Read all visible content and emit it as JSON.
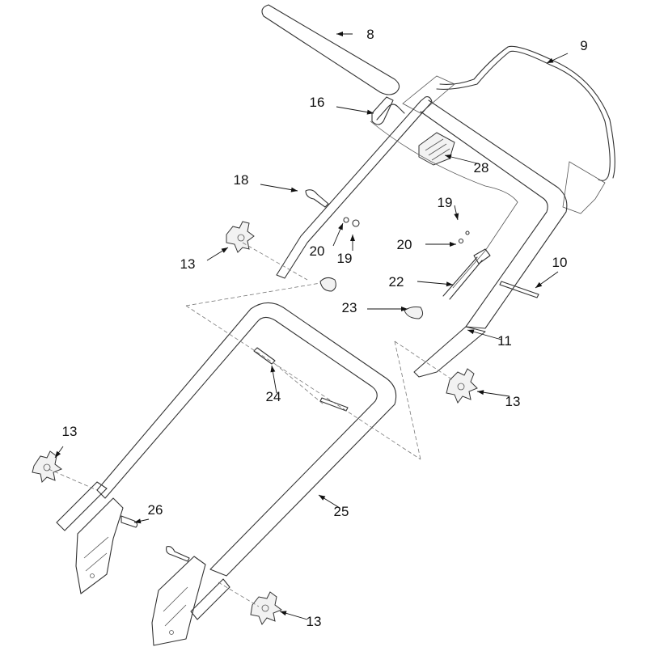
{
  "diagram": {
    "callouts": [
      {
        "label": "8"
      },
      {
        "label": "9"
      },
      {
        "label": "16"
      },
      {
        "label": "28"
      },
      {
        "label": "18"
      },
      {
        "label": "19"
      },
      {
        "label": "19"
      },
      {
        "label": "20"
      },
      {
        "label": "20"
      },
      {
        "label": "13"
      },
      {
        "label": "22"
      },
      {
        "label": "10"
      },
      {
        "label": "23"
      },
      {
        "label": "11"
      },
      {
        "label": "13"
      },
      {
        "label": "24"
      },
      {
        "label": "13"
      },
      {
        "label": "26"
      },
      {
        "label": "25"
      },
      {
        "label": "13"
      }
    ]
  }
}
